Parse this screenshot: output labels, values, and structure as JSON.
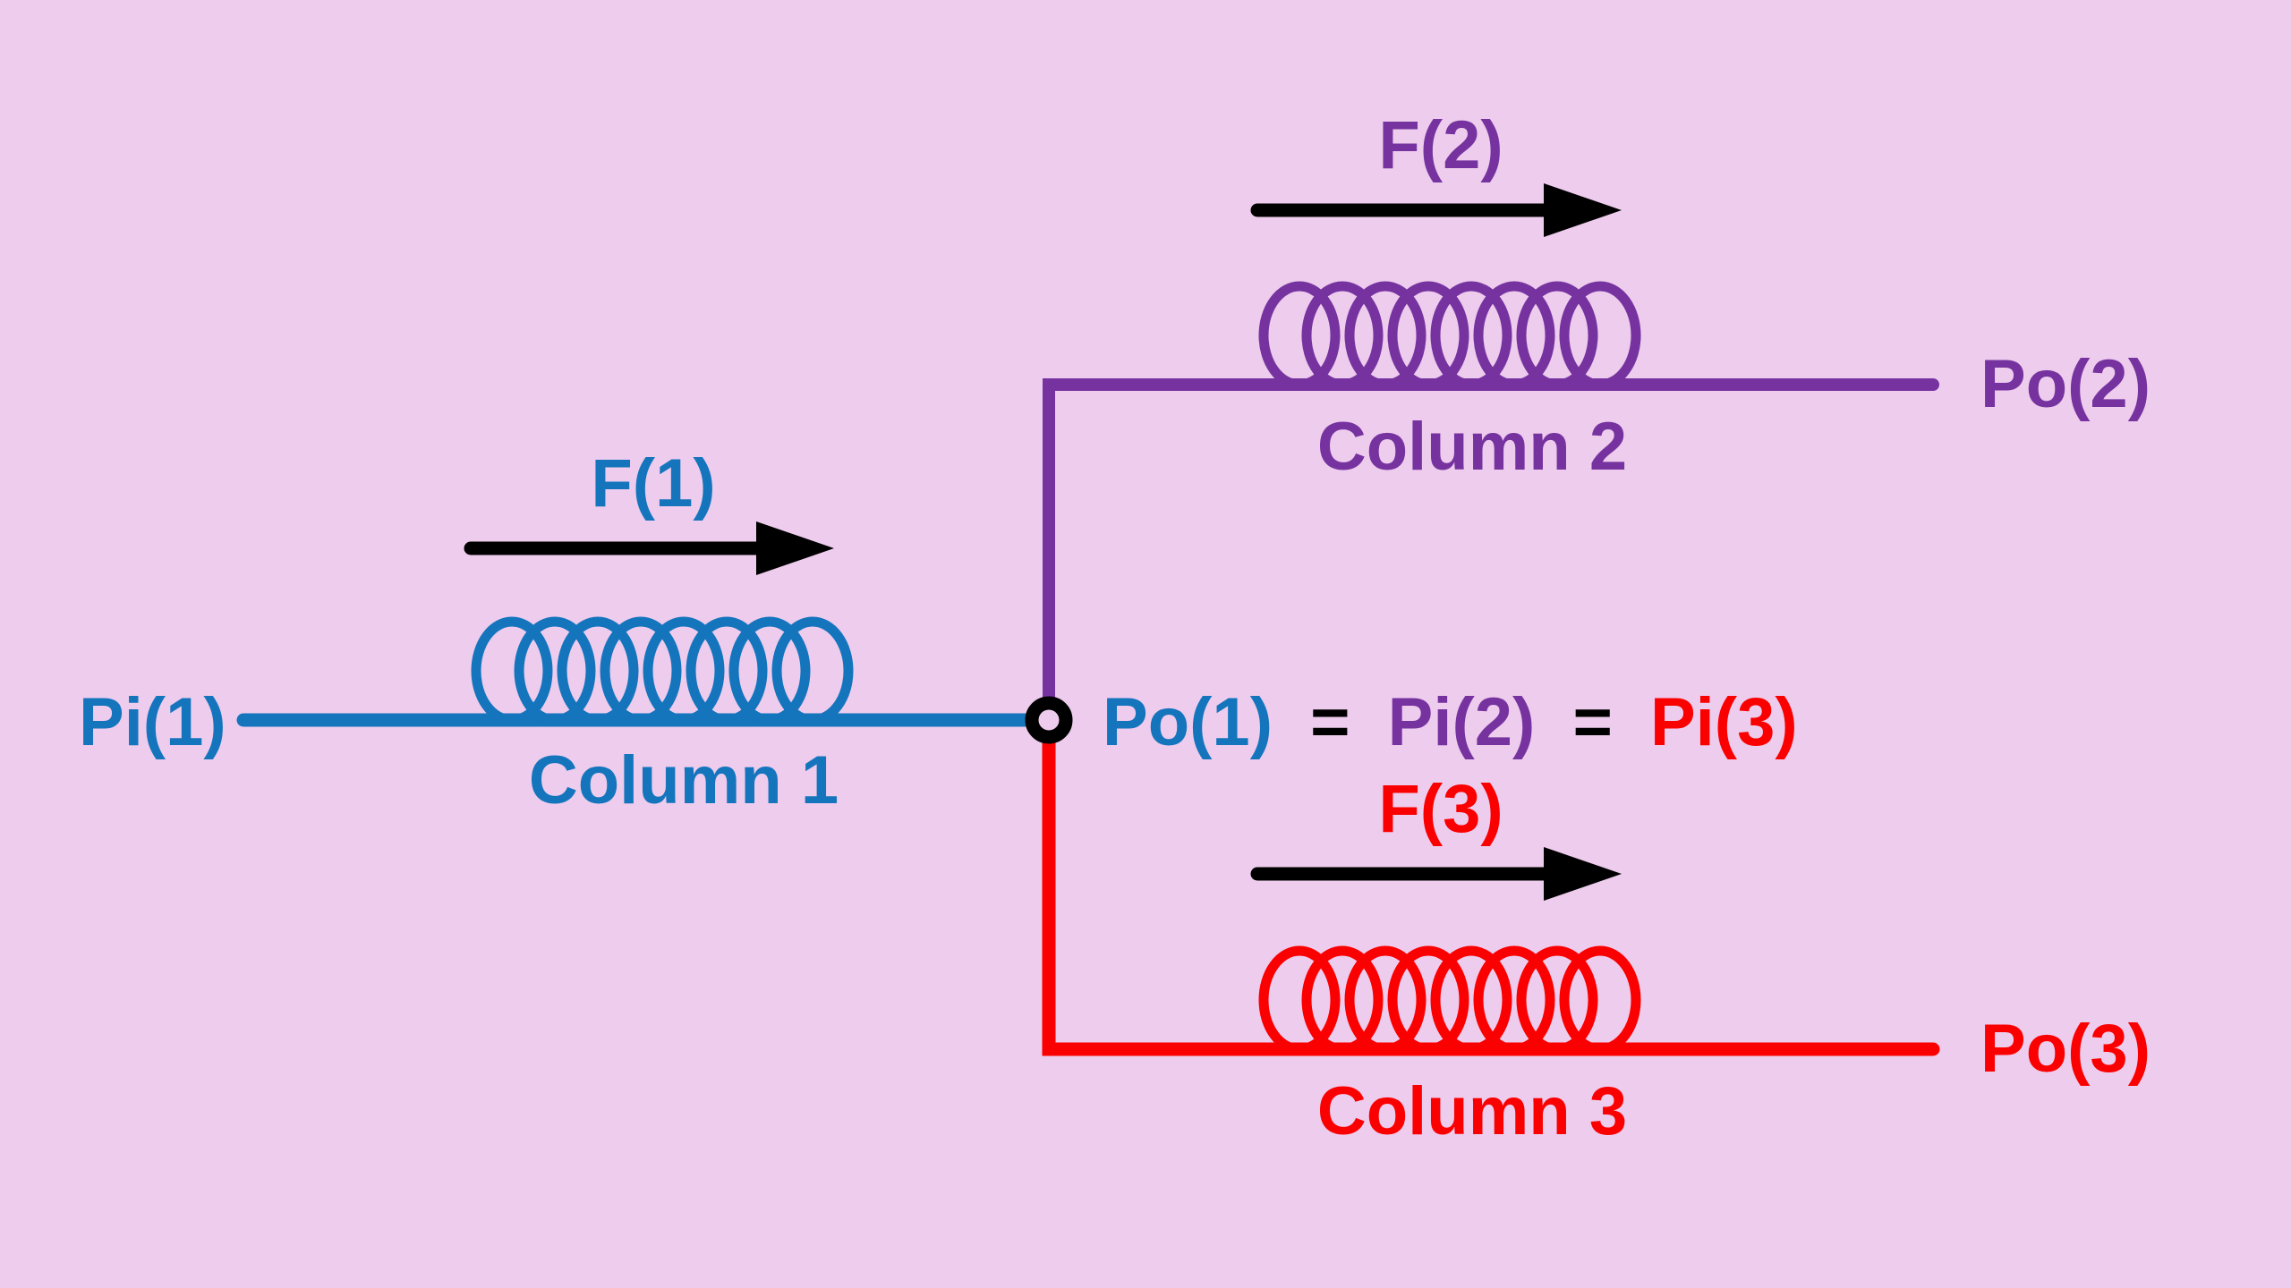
{
  "colors": {
    "background": "#EECCED",
    "blue": "#1475BD",
    "purple": "#7633A0",
    "red": "#FB0000",
    "black": "#000000"
  },
  "main_branch": {
    "inlet_pressure": "Pi(1)",
    "flow": "F(1)",
    "column": "Column 1"
  },
  "top_branch": {
    "flow": "F(2)",
    "column": "Column 2",
    "outlet_pressure": "Po(2)"
  },
  "bottom_branch": {
    "flow": "F(3)",
    "column": "Column 3",
    "outlet_pressure": "Po(3)"
  },
  "junction": {
    "outlet1": "Po(1)",
    "equals1": "=",
    "inlet2": "Pi(2)",
    "equals2": "=",
    "inlet3": "Pi(3)"
  }
}
